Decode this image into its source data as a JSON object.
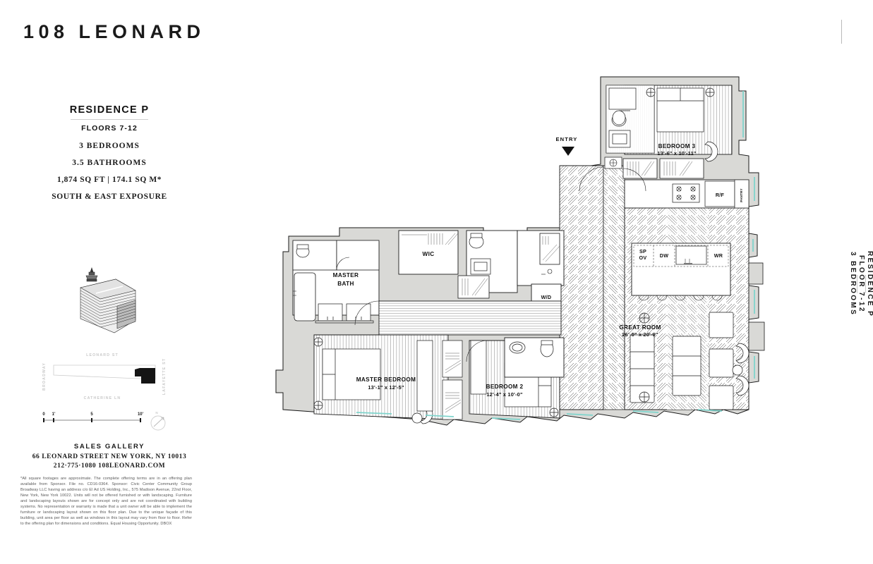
{
  "brand": {
    "title": "108 LEONARD"
  },
  "info": {
    "residence": "RESIDENCE P",
    "floors": "FLOORS 7-12",
    "bedrooms": "3 BEDROOMS",
    "bathrooms": "3.5 BATHROOMS",
    "area": "1,874 SQ FT  |  174.1 SQ M*",
    "exposure": "SOUTH & EAST EXPOSURE"
  },
  "sitemap": {
    "street_top": "LEONARD ST",
    "street_bottom": "CATHERINE LN",
    "street_left": "BROADWAY",
    "street_right": "LAFAYETTE ST"
  },
  "scalebar": {
    "ticks": [
      "0",
      "1'",
      "5",
      "10'"
    ],
    "compass": "N"
  },
  "gallery": {
    "title": "SALES GALLERY",
    "address": "66 LEONARD STREET    NEW YORK, NY 10013",
    "contact": "212·775·1080    108LEONARD.COM"
  },
  "disclaimer": {
    "text": "*All square footages are approximate. The complete offering terms are in an offering plan available from Sponsor. File no. CD16-0364. Sponsor: Civic Center Community Group Broadway LLC having an address c/o El Ad US Holding, Inc., 575 Madison Avenue, 22nd Floor, New York, New York 10022. Units will not be offered furnished or with landscaping. Furniture and landscaping layouts shown are for concept only and are not coordinated with building systems. No representation or warranty is made that a unit owner will be able to implement the furniture or landscaping layout shown on this floor plan. Due to the unique façade of this building, unit area per floor as well as windows in this layout may vary from floor to floor. Refer to the offering plan for dimensions and conditions. Equal Housing Opportunity. DBOX"
  },
  "vcaption": {
    "part1": "RESIDENCE P",
    "part2": "FLOOR 7-12",
    "part3": "3 BEDROOMS"
  },
  "plan": {
    "entry": {
      "label": "ENTRY"
    },
    "rooms": [
      {
        "name": "MASTER BATH",
        "line1": "MASTER",
        "line2": "BATH",
        "dim": ""
      },
      {
        "name": "WIC",
        "line1": "WIC",
        "line2": "",
        "dim": ""
      },
      {
        "name": "MASTER BEDROOM",
        "line1": "MASTER BEDROOM",
        "line2": "",
        "dim": "13'-1\" x 12'-5\""
      },
      {
        "name": "BEDROOM 2",
        "line1": "BEDROOM 2",
        "line2": "",
        "dim": "12'-4\" x 10'-0\""
      },
      {
        "name": "BEDROOM 3",
        "line1": "BEDROOM 3",
        "line2": "",
        "dim": "13'-6\" x 10'-11\""
      },
      {
        "name": "GREAT ROOM",
        "line1": "GREAT ROOM",
        "line2": "",
        "dim": "26'-0\" x 20'-9\""
      }
    ],
    "appliances": {
      "wd": "W/D",
      "sp": "SP",
      "ov": "OV",
      "dw": "DW",
      "wr": "WR",
      "rf": "R/F",
      "pantry": "PANTRY"
    }
  },
  "colors": {
    "wall_fill": "#d9d9d6",
    "line": "#1a1a1a",
    "floor_line": "#5f5f5f",
    "glass": "#7fd4cc",
    "text": "#111111"
  }
}
